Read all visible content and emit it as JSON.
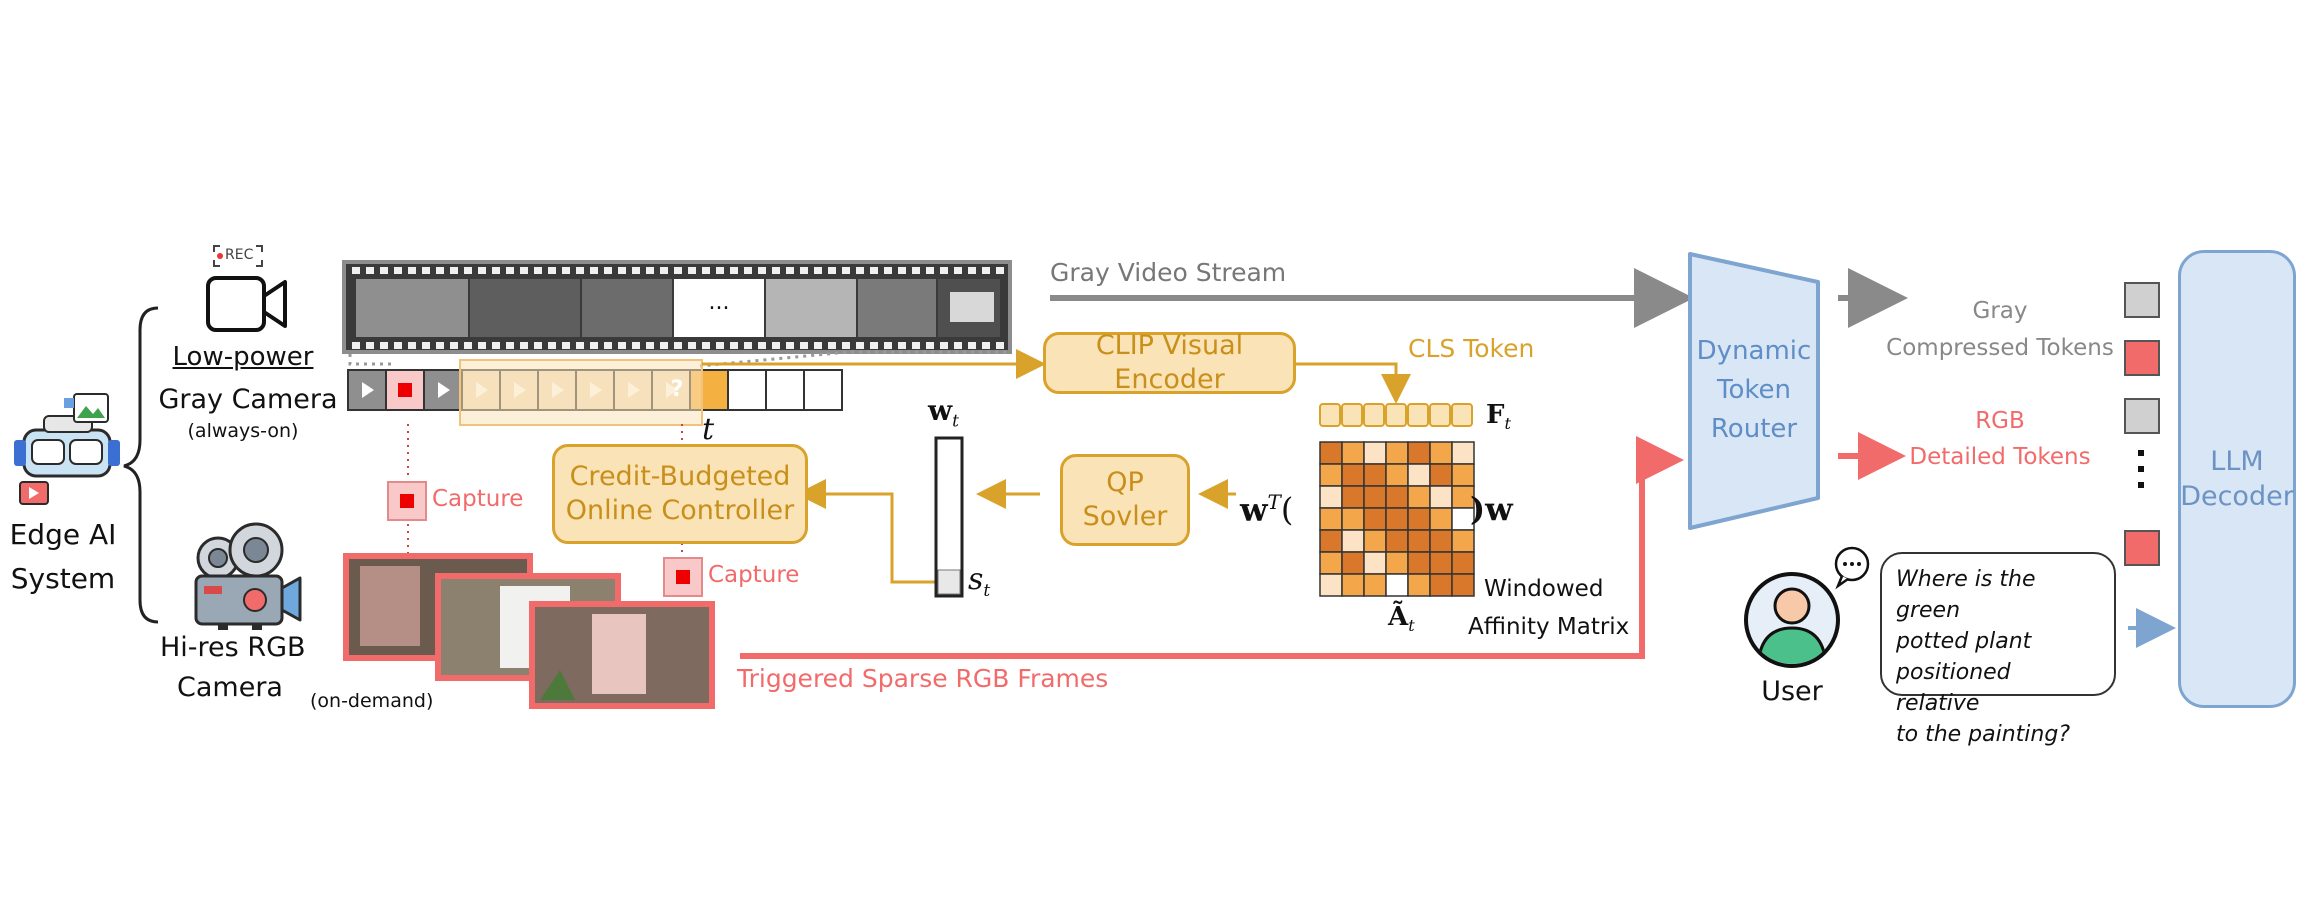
{
  "left": {
    "rec_label": "REC",
    "low_power": "Low-power",
    "gray_camera": "Gray Camera",
    "always_on": "(always-on)",
    "edge_ai": "Edge AI",
    "system": "System",
    "hires_line1": "Hi-res RGB",
    "hires_line2": "Camera",
    "on_demand": "(on-demand)"
  },
  "filmstrip": {
    "ellipsis": "...",
    "pending_symbol": "?",
    "time_label": "t"
  },
  "capture_label": "Capture",
  "capture_label_2": "Capture",
  "gray_stream": "Gray Video Stream",
  "clip_encoder": "CLIP Visual Encoder",
  "cls_token": "CLS Token",
  "ft_label": "F",
  "ft_sub": "t",
  "wt_label": "w",
  "wt_sub": "t",
  "st_label": "s",
  "st_sub": "t",
  "qp_line1": "QP",
  "qp_line2": "Sovler",
  "controller_line1": "Credit-Budgeted",
  "controller_line2": "Online Controller",
  "formula_left": "w",
  "formula_sup": "T",
  "formula_paren_open": "(",
  "formula_right": ")w",
  "a_label": "Ã",
  "a_sub": "t",
  "affinity_line1": "Windowed",
  "affinity_line2": "Affinity Matrix",
  "triggered": "Triggered Sparse RGB Frames",
  "router": "Dynamic\nToken\nRouter",
  "gray_tokens_line1": "Gray",
  "gray_tokens_line2": "Compressed Tokens",
  "rgb_tokens_line1": "RGB",
  "rgb_tokens_line2": "Detailed Tokens",
  "user": "User",
  "question": "Where is the green\npotted plant\npositioned relative\nto the painting?",
  "llm": "LLM\nDecoder",
  "colors": {
    "gold": "#d9a22b",
    "gold_fill": "#fbe3b8",
    "red": "#f26b6b",
    "gray_arrow": "#8a8a8a",
    "blue": "#7ea4d0",
    "blue_fill": "#d9e6f5",
    "matrix_dark": "#d9782a",
    "matrix_mid": "#f4a64a",
    "matrix_light": "#fde3c6"
  }
}
